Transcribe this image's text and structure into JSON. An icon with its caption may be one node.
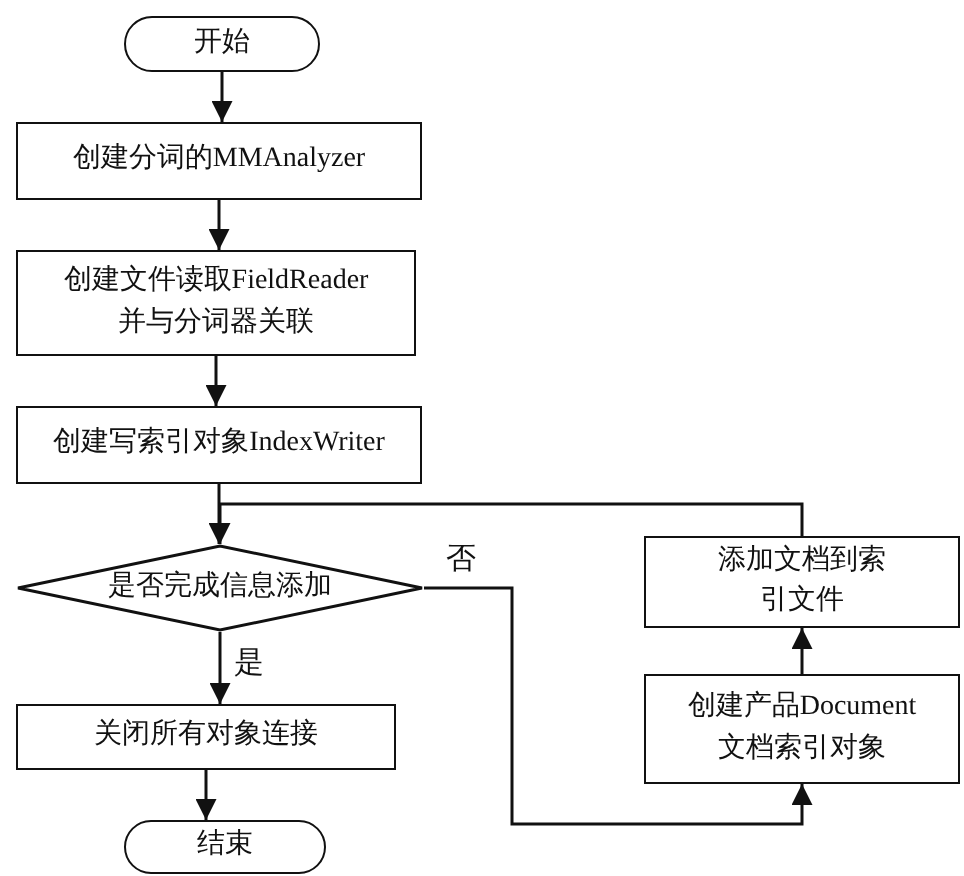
{
  "diagram": {
    "nodes": [
      {
        "text": [
          "开始"
        ]
      },
      {
        "text": [
          "创建分词的MMAnalyzer"
        ]
      },
      {
        "text": [
          "创建文件读取FieldReader并与分词器关联"
        ]
      },
      {
        "text": [
          "创建写索引对象IndexWriter"
        ]
      },
      {
        "text": [
          "是否完成信息添加"
        ]
      },
      {
        "text": [
          "关闭所有对象连接"
        ]
      },
      {
        "text": [
          "结束"
        ]
      },
      {
        "text": [
          "添加文档到索引文件"
        ]
      },
      {
        "text": [
          "创建产品Document文档索引对象"
        ]
      }
    ],
    "edges": [
      {
        "from": 0,
        "to": 1,
        "arrow": "to"
      },
      {
        "from": 1,
        "to": 2,
        "arrow": "to"
      },
      {
        "from": 2,
        "to": 3,
        "arrow": "to"
      },
      {
        "from": 3,
        "to": 4,
        "arrow": "to"
      },
      {
        "from": 4,
        "to": 5,
        "arrow": "to",
        "label": "是"
      },
      {
        "from": 5,
        "to": 6,
        "arrow": "to"
      },
      {
        "from": 4,
        "to": 8,
        "arrow": "to",
        "label": "否"
      },
      {
        "from": 8,
        "to": 7,
        "arrow": "to"
      },
      {
        "from": 7,
        "to": 4,
        "arrow": "to"
      }
    ]
  }
}
